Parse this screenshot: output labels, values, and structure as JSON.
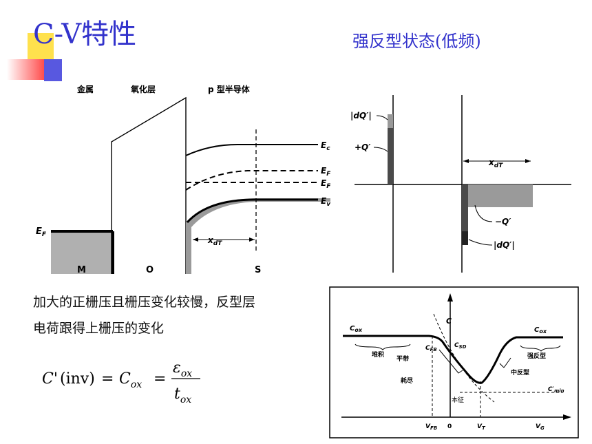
{
  "slide": {
    "title": "C-V特性",
    "subtitle": "强反型状态(低频)",
    "text_line1": "加大的正栅压且栅压变化较慢，反型层",
    "text_line2": "电荷跟得上栅压的变化"
  },
  "band_diagram": {
    "region_labels": [
      "金属",
      "氧化层",
      "p 型半导体"
    ],
    "bottom_labels": [
      "M",
      "O",
      "S"
    ],
    "ef_left": "E",
    "ef_left_sub": "F",
    "ec": "E",
    "ec_sub": "c",
    "efi": "E",
    "efi_sub": "Fi",
    "ef": "E",
    "ef_sub": "F",
    "ev": "E",
    "ev_sub": "v",
    "xdt": "x",
    "xdt_sub": "dT"
  },
  "charge_diagram": {
    "dq_top": "|dQ′|",
    "plus_q": "+Q′",
    "xdt": "x",
    "xdt_sub": "dT",
    "minus_q": "−Q′",
    "dq_bottom": "|dQ′|"
  },
  "cv_curve": {
    "c_axis": "C",
    "cox_left": "C",
    "cox_left_sub": "ox",
    "cox_right": "C",
    "cox_right_sub": "ox",
    "accumulation": "堆积",
    "flatband": "平带",
    "depletion": "耗尽",
    "intrinsic": "本征",
    "mid_inversion": "中反型",
    "strong_inversion": "强反型",
    "cfb": "C",
    "cfb_sub": "FB",
    "csd": "C",
    "csd_sub": "SD",
    "cmin": "C′",
    "cmin_sub": "min",
    "vfb": "V",
    "vfb_sub": "FB",
    "zero": "0",
    "vt": "V",
    "vt_sub": "T",
    "vg": "V",
    "vg_sub": "G"
  },
  "formula": {
    "lhs": "C'",
    "arg": "(inv)",
    "eq1": "=",
    "cox": "C",
    "cox_sub": "ox",
    "eq2": "=",
    "num": "ε",
    "num_sub": "ox",
    "den": "t",
    "den_sub": "ox"
  }
}
